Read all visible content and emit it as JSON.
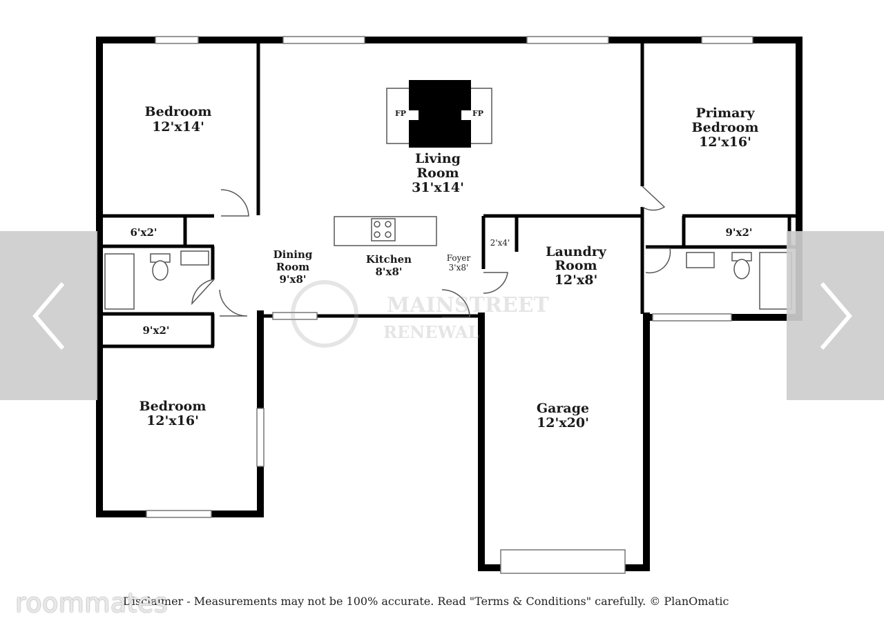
{
  "plan": {
    "rooms": {
      "bedroom_nw": {
        "name": "Bedroom",
        "size": "12'x14'"
      },
      "living": {
        "name1": "Living",
        "name2": "Room",
        "size": "31'x14'"
      },
      "primary": {
        "name1": "Primary",
        "name2": "Bedroom",
        "size": "12'x16'"
      },
      "closet_6x2": {
        "size": "6'x2'"
      },
      "closet_9x2_left": {
        "size": "9'x2'"
      },
      "closet_9x2_right": {
        "size": "9'x2'"
      },
      "closet_2x4": {
        "size": "2'x4'"
      },
      "dining": {
        "name1": "Dining",
        "name2": "Room",
        "size": "9'x8'"
      },
      "kitchen": {
        "name": "Kitchen",
        "size": "8'x8'"
      },
      "foyer": {
        "name": "Foyer",
        "size": "3'x8'"
      },
      "laundry": {
        "name1": "Laundry",
        "name2": "Room",
        "size": "12'x8'"
      },
      "bedroom_sw": {
        "name": "Bedroom",
        "size": "12'x16'"
      },
      "garage": {
        "name": "Garage",
        "size": "12'x20'"
      }
    },
    "fireplace_label": "FP"
  },
  "watermark": {
    "line1": "MAINSTREET",
    "line2": "RENEWAL"
  },
  "disclaimer": "Disclaimer - Measurements may not be 100% accurate. Read \"Terms & Conditions\" carefully. © PlanOmatic",
  "brand": "roommates",
  "nav": {
    "prev_icon": "chevron-left-icon",
    "next_icon": "chevron-right-icon"
  }
}
